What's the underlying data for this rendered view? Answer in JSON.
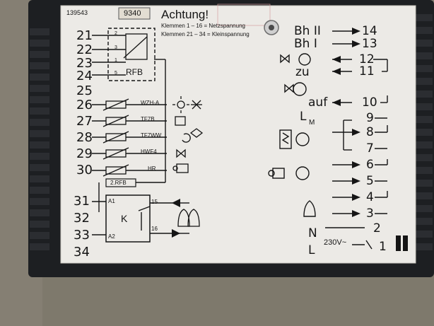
{
  "label": {
    "part_no": "139543",
    "model": "9340",
    "warning_title": "Achtung!",
    "warning_line1": "Klemmen   1  –  16  =  Netzspannung",
    "warning_line2": "Klemmen  21  –  34  =  Kleinspannung",
    "left_terminals": [
      "21",
      "22",
      "23",
      "24",
      "25",
      "26",
      "27",
      "28",
      "29",
      "30",
      "31",
      "32",
      "33",
      "34"
    ],
    "sensor_labels": [
      "WZH-A",
      "TF7B",
      "TF7WW",
      "HWF4",
      "HR"
    ],
    "rfb_label": "RFB",
    "rfb_pins": [
      "2",
      "3",
      "1",
      "5"
    ],
    "rfb2_label": "2.RFB",
    "relay_label": "K",
    "relay_pins": [
      "A1",
      "A2",
      "15",
      "16"
    ],
    "right_terminals": [
      "14",
      "13",
      "12",
      "11",
      "10",
      "9",
      "8",
      "7",
      "6",
      "5",
      "4",
      "3",
      "2",
      "1"
    ],
    "right_labels": [
      "Bh II",
      "Bh I",
      "zu",
      "auf",
      "L",
      "M",
      "N",
      "L"
    ],
    "voltage": "230V~",
    "logo": "II"
  },
  "colors": {
    "panel": "#eceae6",
    "housing": "#1d1f22",
    "ink": "#151515",
    "background": "#857f73"
  }
}
